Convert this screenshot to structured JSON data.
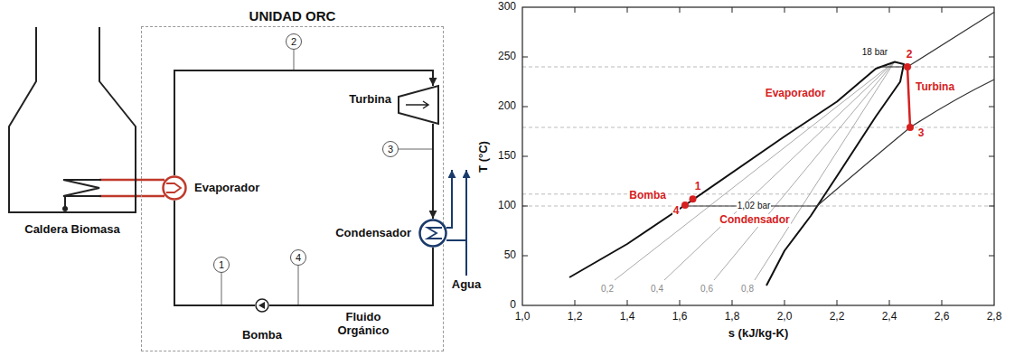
{
  "diagram": {
    "nodes": [
      {
        "text": [
          "UNIDAD ORC"
        ]
      },
      {
        "text": [
          "Caldera Biomasa"
        ]
      },
      {
        "text": [
          "2"
        ],
        "in": 0
      },
      {
        "text": [
          "Turbina"
        ],
        "in": 0
      },
      {
        "text": [
          "Evaporador"
        ],
        "in": 0
      },
      {
        "text": [
          "3"
        ],
        "in": 0
      },
      {
        "text": [
          "Condensador"
        ],
        "in": 0
      },
      {
        "text": [
          "1"
        ],
        "in": 0
      },
      {
        "text": [
          "4"
        ],
        "in": 0
      },
      {
        "text": [
          "Bomba"
        ],
        "in": 0
      }
    ],
    "edges": [
      {
        "from": 4,
        "to": 3,
        "arrow": "to"
      },
      {
        "from": 3,
        "to": 6,
        "arrow": "to"
      },
      {
        "from": 6,
        "to": 9,
        "arrow": "none"
      },
      {
        "from": 9,
        "to": 4,
        "arrow": "none"
      },
      {
        "from": 1,
        "to": 4,
        "arrow": "none"
      }
    ],
    "labels": [
      "Fluido Orgánico",
      "Agua",
      "300",
      "250",
      "200",
      "150",
      "100",
      "50",
      "0",
      "1,0",
      "1,2",
      "1,4",
      "1,6",
      "1,8",
      "2,0",
      "2,2",
      "2,4",
      "2,6",
      "2,8",
      "T (°C)",
      "s (kJ/kg-K)",
      "18 bar",
      "1,02 bar",
      "0,2",
      "0,4",
      "0,6",
      "0,8",
      "Evaporador",
      "Turbina",
      "Bomba",
      "Condensador",
      "1",
      "2",
      "3",
      "4"
    ]
  }
}
